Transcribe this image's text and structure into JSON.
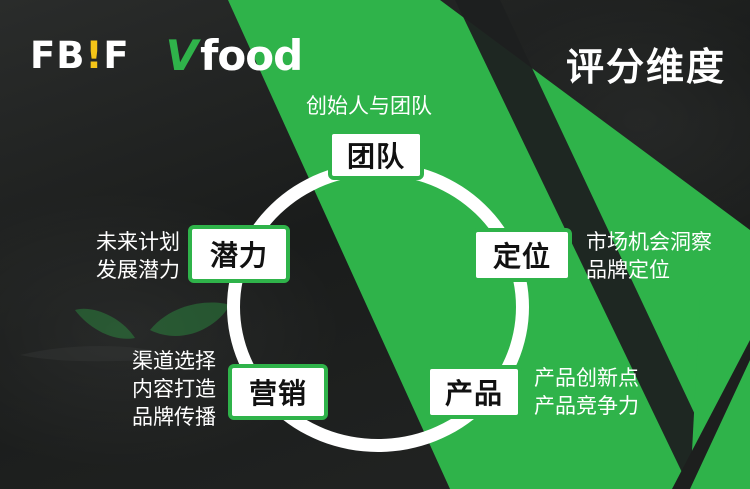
{
  "logos": {
    "fbif_prefix": "FB",
    "fbif_mark": "!",
    "fbif_suffix": "F",
    "vfood_v": "V",
    "vfood_word": "food"
  },
  "title": "评分维度",
  "dimensions": [
    {
      "id": "team",
      "label": "团队",
      "lines": [
        "创始人与团队"
      ]
    },
    {
      "id": "positioning",
      "label": "定位",
      "lines": [
        "市场机会洞察",
        "品牌定位"
      ]
    },
    {
      "id": "product",
      "label": "产品",
      "lines": [
        "产品创新点",
        "产品竞争力"
      ]
    },
    {
      "id": "marketing",
      "label": "营销",
      "lines": [
        "渠道选择",
        "内容打造",
        "品牌传播"
      ]
    },
    {
      "id": "potential",
      "label": "潜力",
      "lines": [
        "未来计划",
        "发展潜力"
      ]
    }
  ],
  "colors": {
    "accent_green": "#2fb34a",
    "logo_yellow": "#f5c518",
    "background": "#1c1e1d",
    "ring": "#ffffff"
  }
}
